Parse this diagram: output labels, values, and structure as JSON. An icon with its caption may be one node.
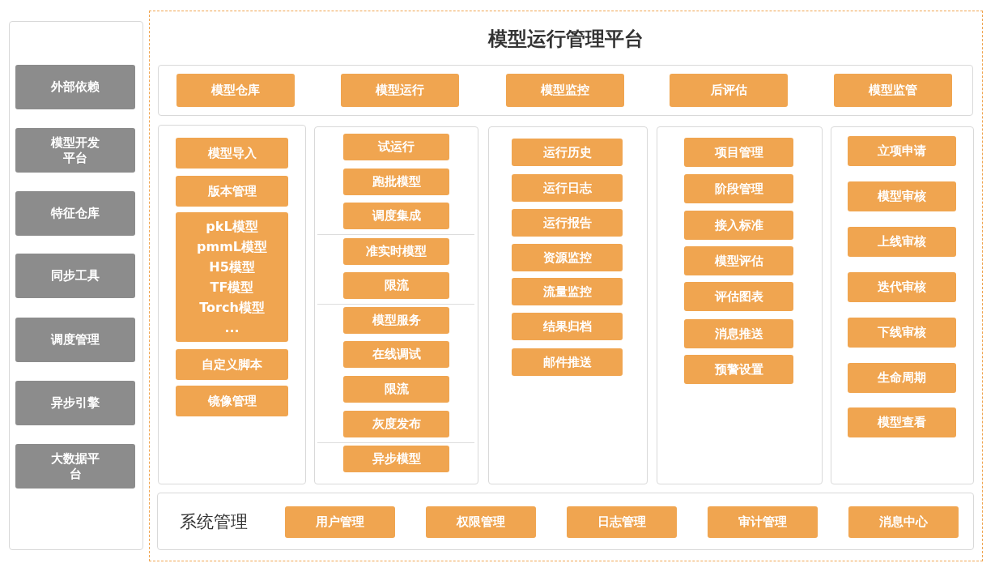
{
  "diagram": {
    "nodes": [
      {
        "text": [],
        "shape": "box"
      },
      {
        "text": [
          "外部依赖"
        ],
        "in": 0
      },
      {
        "text": [
          "模型开发平台"
        ],
        "in": 0
      },
      {
        "text": [
          "特征仓库"
        ],
        "in": 0
      },
      {
        "text": [
          "同步工具"
        ],
        "in": 0
      },
      {
        "text": [
          "调度管理"
        ],
        "in": 0
      },
      {
        "text": [
          "异步引擎"
        ],
        "in": 0
      },
      {
        "text": [
          "大数据平台"
        ],
        "in": 0
      },
      {
        "text": [
          "模型运行管理平台"
        ]
      },
      {
        "text": [],
        "shape": "box",
        "in": 8
      },
      {
        "text": [
          "模型仓库"
        ],
        "in": 9
      },
      {
        "text": [
          "模型运行"
        ],
        "in": 9
      },
      {
        "text": [
          "模型监控"
        ],
        "in": 9
      },
      {
        "text": [
          "后评估"
        ],
        "in": 9
      },
      {
        "text": [
          "模型监管"
        ],
        "in": 9
      },
      {
        "text": [],
        "shape": "box",
        "in": 8
      },
      {
        "text": [
          "模型导入"
        ],
        "in": 15
      },
      {
        "text": [
          "版本管理"
        ],
        "in": 15
      },
      {
        "text": [
          "pkL模型",
          "pmmL模型",
          "H5模型",
          "TF模型",
          "Torch模型",
          "..."
        ],
        "in": 15
      },
      {
        "text": [
          "自定义脚本"
        ],
        "in": 15
      },
      {
        "text": [
          "镜像管理"
        ],
        "in": 15
      },
      {
        "text": [],
        "shape": "box",
        "in": 8
      },
      {
        "text": [
          "试运行"
        ],
        "in": 21
      },
      {
        "text": [
          "跑批模型"
        ],
        "in": 21
      },
      {
        "text": [
          "调度集成"
        ],
        "in": 21
      },
      {
        "text": [
          "准实时模型"
        ],
        "in": 21
      },
      {
        "text": [
          "限流"
        ],
        "in": 21
      },
      {
        "text": [
          "模型服务"
        ],
        "in": 21
      },
      {
        "text": [
          "在线调试"
        ],
        "in": 21
      },
      {
        "text": [
          "限流"
        ],
        "in": 21
      },
      {
        "text": [
          "灰度发布"
        ],
        "in": 21
      },
      {
        "text": [
          "异步模型"
        ],
        "in": 21
      },
      {
        "text": [],
        "shape": "box",
        "in": 8
      },
      {
        "text": [
          "运行历史"
        ],
        "in": 32
      },
      {
        "text": [
          "运行日志"
        ],
        "in": 32
      },
      {
        "text": [
          "运行报告"
        ],
        "in": 32
      },
      {
        "text": [
          "资源监控"
        ],
        "in": 32
      },
      {
        "text": [
          "流量监控"
        ],
        "in": 32
      },
      {
        "text": [
          "结果归档"
        ],
        "in": 32
      },
      {
        "text": [
          "邮件推送"
        ],
        "in": 32
      },
      {
        "text": [],
        "shape": "box",
        "in": 8
      },
      {
        "text": [
          "项目管理"
        ],
        "in": 40
      },
      {
        "text": [
          "阶段管理"
        ],
        "in": 40
      },
      {
        "text": [
          "接入标准"
        ],
        "in": 40
      },
      {
        "text": [
          "模型评估"
        ],
        "in": 40
      },
      {
        "text": [
          "评估图表"
        ],
        "in": 40
      },
      {
        "text": [
          "消息推送"
        ],
        "in": 40
      },
      {
        "text": [
          "预警设置"
        ],
        "in": 40
      },
      {
        "text": [],
        "shape": "box",
        "in": 8
      },
      {
        "text": [
          "立项申请"
        ],
        "in": 48
      },
      {
        "text": [
          "模型审核"
        ],
        "in": 48
      },
      {
        "text": [
          "上线审核"
        ],
        "in": 48
      },
      {
        "text": [
          "迭代审核"
        ],
        "in": 48
      },
      {
        "text": [
          "下线审核"
        ],
        "in": 48
      },
      {
        "text": [
          "生命周期"
        ],
        "in": 48
      },
      {
        "text": [
          "模型查看"
        ],
        "in": 48
      },
      {
        "text": [
          "系统管理"
        ],
        "in": 8
      },
      {
        "text": [
          "用户管理"
        ],
        "in": 56
      },
      {
        "text": [
          "权限管理"
        ],
        "in": 56
      },
      {
        "text": [
          "日志管理"
        ],
        "in": 56
      },
      {
        "text": [
          "审计管理"
        ],
        "in": 56
      },
      {
        "text": [
          "消息中心"
        ],
        "in": 56
      }
    ],
    "edges": []
  }
}
